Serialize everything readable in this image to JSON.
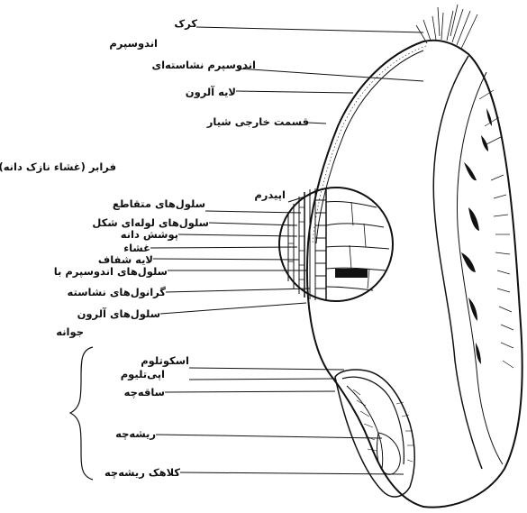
{
  "diagram": {
    "labels": {
      "beard": "کرک",
      "endosperm": "اندوسپرم",
      "starchy_endosperm": "اندوسپرم نشاسته‌ای",
      "aleurone_layer": "لایه آلرون",
      "crease_exterior": "قسمت خارجی شیار",
      "pericarp": "فرابر (غشاء نازک دانه)",
      "epidermis": "اپیدرم",
      "cross_cells": "سلول‌های متقاطع",
      "tube_cells": "سلول‌های لوله‌ای شکل",
      "seed_coat": "پوشش دانه",
      "membrane": "غشاء",
      "hyaline_layer": "لایه شفاف",
      "endosperm_cells_with": "سلول‌های اندوسپرم با",
      "starch_granules": "گرانول‌های نشاسته",
      "aleurone_cells": "سلول‌های آلرون",
      "germ": "جوانه",
      "scutellum": "اسکوتلوم",
      "epithelium": "اپی‌تلیوم",
      "plumule": "ساقه‌چه",
      "radicle": "ریشه‌چه",
      "root_cap": "کلاهک ریشه‌چه"
    },
    "colors": {
      "ink": "#111111",
      "background": "#ffffff"
    }
  }
}
